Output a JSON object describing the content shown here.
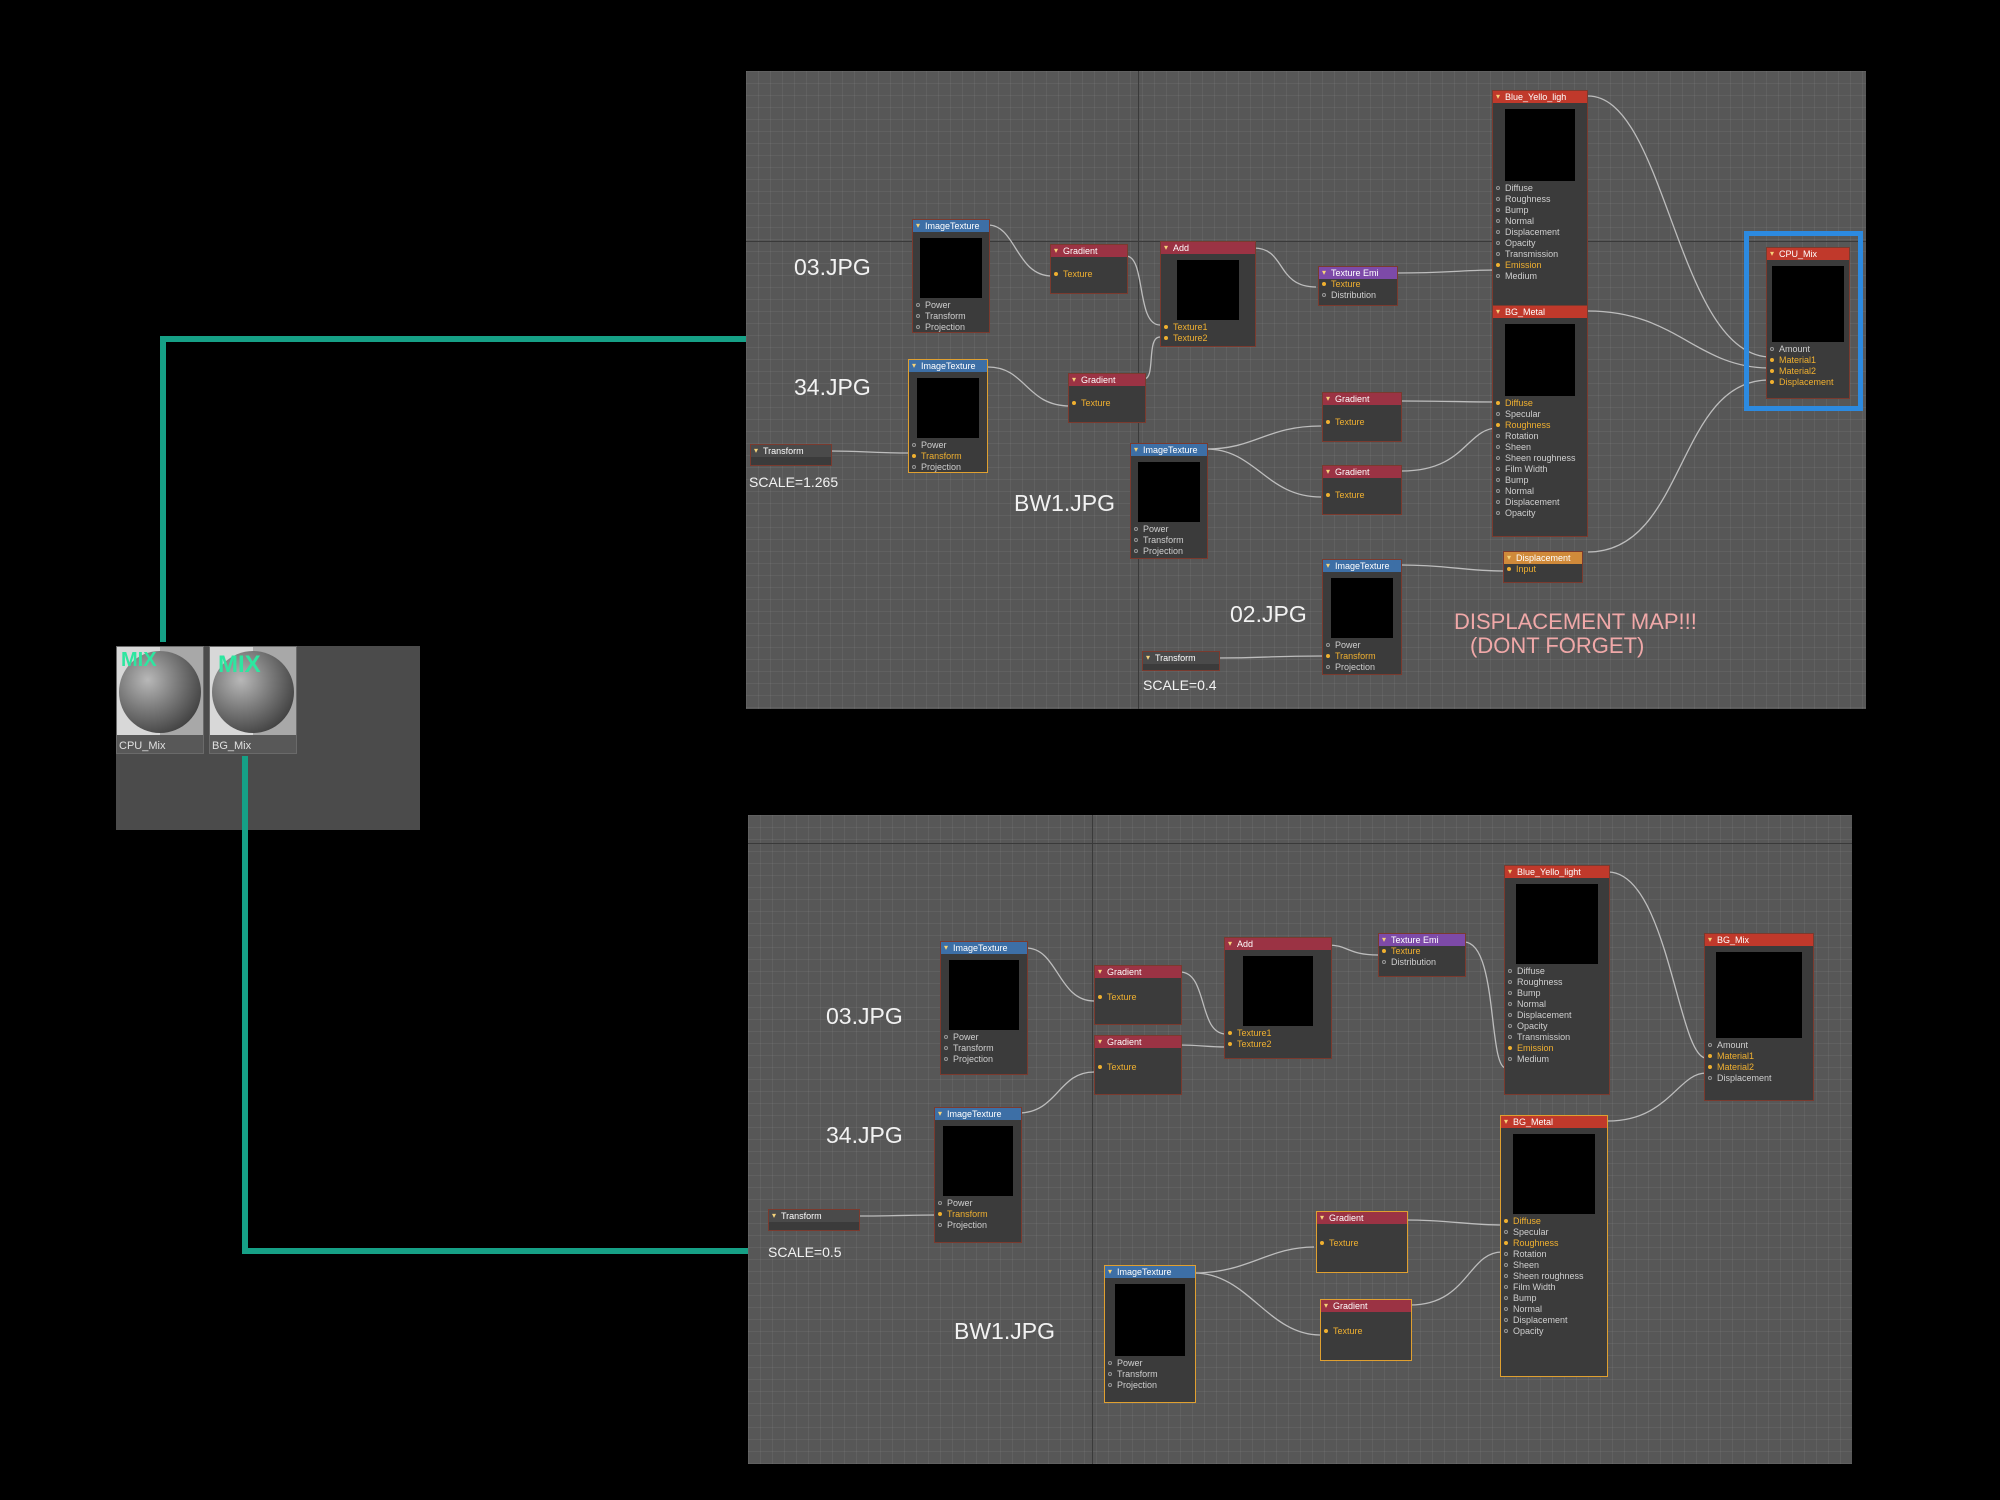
{
  "colors": {
    "connector": "#16a086",
    "selection": "#2c8ae0",
    "wire": "#bdbdbd",
    "note": "#f0a8a8"
  },
  "materials": [
    {
      "tag": "MIX",
      "name": "CPU_Mix"
    },
    {
      "tag": "MIX",
      "name": "BG_Mix"
    }
  ],
  "top": {
    "labels": {
      "a": "03.JPG",
      "b": "34.JPG",
      "c": "BW1.JPG",
      "d": "02.JPG"
    },
    "scale_a": "SCALE=1.265",
    "scale_b": "SCALE=0.4",
    "note": [
      "DISPLACEMENT MAP!!!",
      "(DONT  FORGET)"
    ],
    "nodes": {
      "it1": {
        "title": "ImageTexture",
        "ports": [
          "Power",
          "Transform",
          "Projection"
        ]
      },
      "it2": {
        "title": "ImageTexture",
        "ports": [
          "Power",
          "Transform",
          "Projection"
        ]
      },
      "it3": {
        "title": "ImageTexture",
        "ports": [
          "Power",
          "Transform",
          "Projection"
        ]
      },
      "it4": {
        "title": "ImageTexture",
        "ports": [
          "Power",
          "Transform",
          "Projection"
        ]
      },
      "gr1": {
        "title": "Gradient",
        "port": "Texture"
      },
      "gr2": {
        "title": "Gradient",
        "port": "Texture"
      },
      "gr3": {
        "title": "Gradient",
        "port": "Texture"
      },
      "gr4": {
        "title": "Gradient",
        "port": "Texture"
      },
      "add": {
        "title": "Add",
        "ports": [
          "Texture1",
          "Texture2"
        ]
      },
      "emi": {
        "title": "Texture Emi",
        "ports": [
          "Texture",
          "Distribution"
        ]
      },
      "tr1": {
        "title": "Transform"
      },
      "tr2": {
        "title": "Transform"
      },
      "blue": {
        "title": "Blue_Yello_ligh",
        "ports": [
          "Diffuse",
          "Roughness",
          "Bump",
          "Normal",
          "Displacement",
          "Opacity",
          "Transmission",
          "Emission",
          "Medium"
        ]
      },
      "metal": {
        "title": "BG_Metal",
        "ports": [
          "Diffuse",
          "Specular",
          "Roughness",
          "Rotation",
          "Sheen",
          "Sheen roughness",
          "Film Width",
          "Bump",
          "Normal",
          "Displacement",
          "Opacity"
        ]
      },
      "disp": {
        "title": "Displacement",
        "port": "Input"
      },
      "mix": {
        "title": "CPU_Mix",
        "ports": [
          "Amount",
          "Material1",
          "Material2",
          "Displacement"
        ]
      }
    }
  },
  "bottom": {
    "labels": {
      "a": "03.JPG",
      "b": "34.JPG",
      "c": "BW1.JPG"
    },
    "scale_a": "SCALE=0.5",
    "nodes": {
      "it1": {
        "title": "ImageTexture",
        "ports": [
          "Power",
          "Transform",
          "Projection"
        ]
      },
      "it2": {
        "title": "ImageTexture",
        "ports": [
          "Power",
          "Transform",
          "Projection"
        ]
      },
      "it3": {
        "title": "ImageTexture",
        "ports": [
          "Power",
          "Transform",
          "Projection"
        ]
      },
      "gr1": {
        "title": "Gradient",
        "port": "Texture"
      },
      "gr2": {
        "title": "Gradient",
        "port": "Texture"
      },
      "gr3": {
        "title": "Gradient",
        "port": "Texture"
      },
      "gr4": {
        "title": "Gradient",
        "port": "Texture"
      },
      "add": {
        "title": "Add",
        "ports": [
          "Texture1",
          "Texture2"
        ]
      },
      "emi": {
        "title": "Texture Emi",
        "ports": [
          "Texture",
          "Distribution"
        ]
      },
      "tr1": {
        "title": "Transform"
      },
      "blue": {
        "title": "Blue_Yello_light",
        "ports": [
          "Diffuse",
          "Roughness",
          "Bump",
          "Normal",
          "Displacement",
          "Opacity",
          "Transmission",
          "Emission",
          "Medium"
        ]
      },
      "metal": {
        "title": "BG_Metal",
        "ports": [
          "Diffuse",
          "Specular",
          "Roughness",
          "Rotation",
          "Sheen",
          "Sheen roughness",
          "Film Width",
          "Bump",
          "Normal",
          "Displacement",
          "Opacity"
        ]
      },
      "mix": {
        "title": "BG_Mix",
        "ports": [
          "Amount",
          "Material1",
          "Material2",
          "Displacement"
        ]
      }
    }
  }
}
